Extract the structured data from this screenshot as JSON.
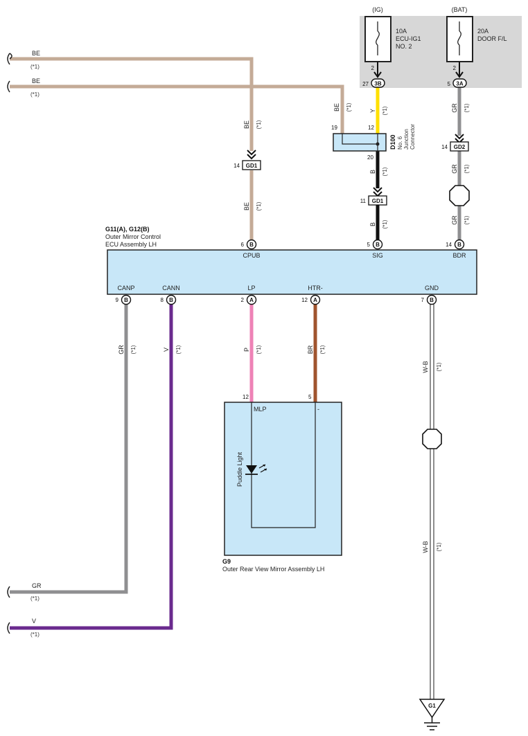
{
  "colors": {
    "BE": "#c4ab97",
    "Y": "#ffe000",
    "B": "#111111",
    "GR": "#8f8f91",
    "V": "#6a2a8e",
    "P": "#ee82b6",
    "BR": "#a0542e",
    "WB": "#444444",
    "ecu_fill": "#c8e7f8",
    "fuse_box_fill": "#d7d7d7"
  },
  "power": {
    "ig_label": "(IG)",
    "bat_label": "(BAT)",
    "fuse1": {
      "rating": "10A",
      "name1": "ECU-IG1",
      "name2": "NO. 2",
      "pin": "2",
      "conn_pin": "27",
      "conn": "3B"
    },
    "fuse2": {
      "rating": "20A",
      "name1": "DOOR F/L",
      "pin": "2",
      "conn_pin": "5",
      "conn": "3A"
    }
  },
  "left_wires": [
    {
      "color": "BE",
      "note": "(*1)"
    },
    {
      "color": "BE",
      "note": "(*1)"
    },
    {
      "color": "GR",
      "note": "(*1)"
    },
    {
      "color": "V",
      "note": "(*1)"
    }
  ],
  "junction": {
    "id": "D100",
    "name1": "No. 6",
    "name2": "Junction",
    "name3": "Connector",
    "pin_in_be": "19",
    "pin_in_y": "12",
    "pin_out": "20"
  },
  "connectors": {
    "gd1_a": {
      "pin": "14",
      "name": "GD1"
    },
    "gd1_b": {
      "pin": "11",
      "name": "GD1"
    },
    "gd2": {
      "pin": "14",
      "name": "GD2"
    }
  },
  "wire_labels": {
    "be_left": "BE",
    "be_left_n": "(*1)",
    "be_left2": "BE",
    "be_left2_n": "(*1)",
    "be_junc": "BE",
    "be_junc_n": "(*1)",
    "y": "Y",
    "y_n": "(*1)",
    "b1": "B",
    "b1_n": "(*1)",
    "b2": "B",
    "b2_n": "(*1)",
    "gr1": "GR",
    "gr1_n": "(*1)",
    "gr2": "GR",
    "gr2_n": "(*1)",
    "gr3": "GR",
    "gr3_n": "(*1)",
    "canp": "GR",
    "canp_n": "(*1)",
    "cann": "V",
    "cann_n": "(*1)",
    "lp": "P",
    "lp_n": "(*1)",
    "htr": "BR",
    "htr_n": "(*1)",
    "gnd1": "W-B",
    "gnd1_n": "(*1)",
    "gnd2": "W-B",
    "gnd2_n": "(*1)"
  },
  "ecu": {
    "id": "G11(A), G12(B)",
    "name1": "Outer Mirror Control",
    "name2": "ECU Assembly LH",
    "top_terminals": [
      {
        "pin": "6",
        "conn": "B",
        "label": "CPUB"
      },
      {
        "pin": "5",
        "conn": "B",
        "label": "SIG"
      },
      {
        "pin": "14",
        "conn": "B",
        "label": "BDR"
      }
    ],
    "bottom_terminals": [
      {
        "pin": "9",
        "conn": "B",
        "label": "CANP"
      },
      {
        "pin": "8",
        "conn": "B",
        "label": "CANN"
      },
      {
        "pin": "2",
        "conn": "A",
        "label": "LP"
      },
      {
        "pin": "12",
        "conn": "A",
        "label": "HTR-"
      },
      {
        "pin": "7",
        "conn": "B",
        "label": "GND"
      }
    ]
  },
  "mirror": {
    "id": "G9",
    "name": "Outer Rear View Mirror Assembly LH",
    "pin_mlp": "12",
    "pin_minus": "5",
    "mlp_label": "MLP",
    "minus_label": "-",
    "lamp_label": "Puddle Light"
  },
  "ground": {
    "name": "G1"
  }
}
